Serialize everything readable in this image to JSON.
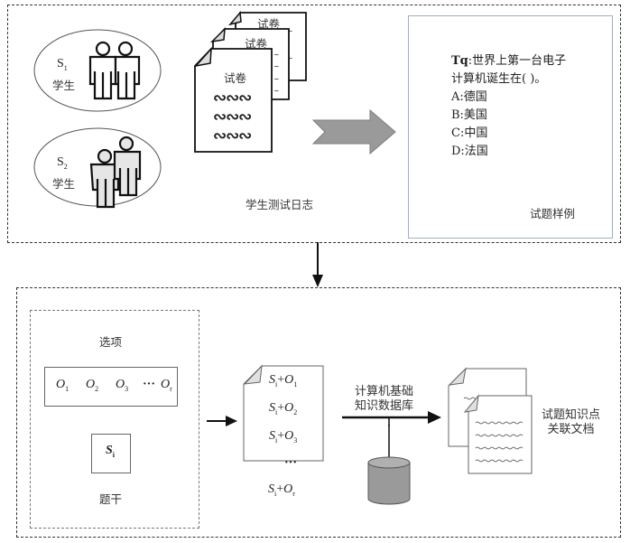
{
  "top_panel": {
    "students": [
      {
        "id": "S",
        "sub": "1",
        "label": "学生"
      },
      {
        "id": "S",
        "sub": "2",
        "label": "学生"
      }
    ],
    "exam_papers": [
      {
        "title": "试卷"
      },
      {
        "title": "试卷"
      },
      {
        "title": "试卷"
      }
    ],
    "wave_glyph": "∾∾∾",
    "log_caption": "学生测试日志",
    "sample": {
      "question_prefix": "Tq",
      "question_line1": ":世界上第一台电子",
      "question_line2": "计算机诞生在( )。",
      "options": [
        "A:德国",
        "B:美国",
        "C:中国",
        "D:法国"
      ],
      "caption": "试题样例"
    }
  },
  "bottom_panel": {
    "options_label": "选项",
    "options": [
      {
        "sym": "O",
        "sub": "1"
      },
      {
        "sym": "O",
        "sub": "2"
      },
      {
        "sym": "O",
        "sub": "3"
      },
      {
        "sym": "···",
        "sub": ""
      },
      {
        "sym": "O",
        "sub": "r"
      }
    ],
    "stem_symbol": {
      "sym": "S",
      "sub": "i"
    },
    "stem_label": "题干",
    "combinations": [
      {
        "s": "S",
        "s_sub": "i",
        "plus": "+",
        "o": "O",
        "o_sub": "1"
      },
      {
        "s": "S",
        "s_sub": "i",
        "plus": "+",
        "o": "O",
        "o_sub": "2"
      },
      {
        "s": "S",
        "s_sub": "i",
        "plus": "+",
        "o": "O",
        "o_sub": "3"
      }
    ],
    "combinations_ellipsis": "···",
    "last_combination": {
      "s": "S",
      "s_sub": "i",
      "plus": "+",
      "o": "O",
      "o_sub": "r"
    },
    "kb_label_line1": "计算机基础",
    "kb_label_line2": "知识数据库",
    "output_label_line1": "试题知识点",
    "output_label_line2": "关联文档"
  },
  "colors": {
    "gray_fill": "#9a9a9a",
    "light_fill": "#e6e6e6",
    "sample_border": "#9fb0c0"
  }
}
